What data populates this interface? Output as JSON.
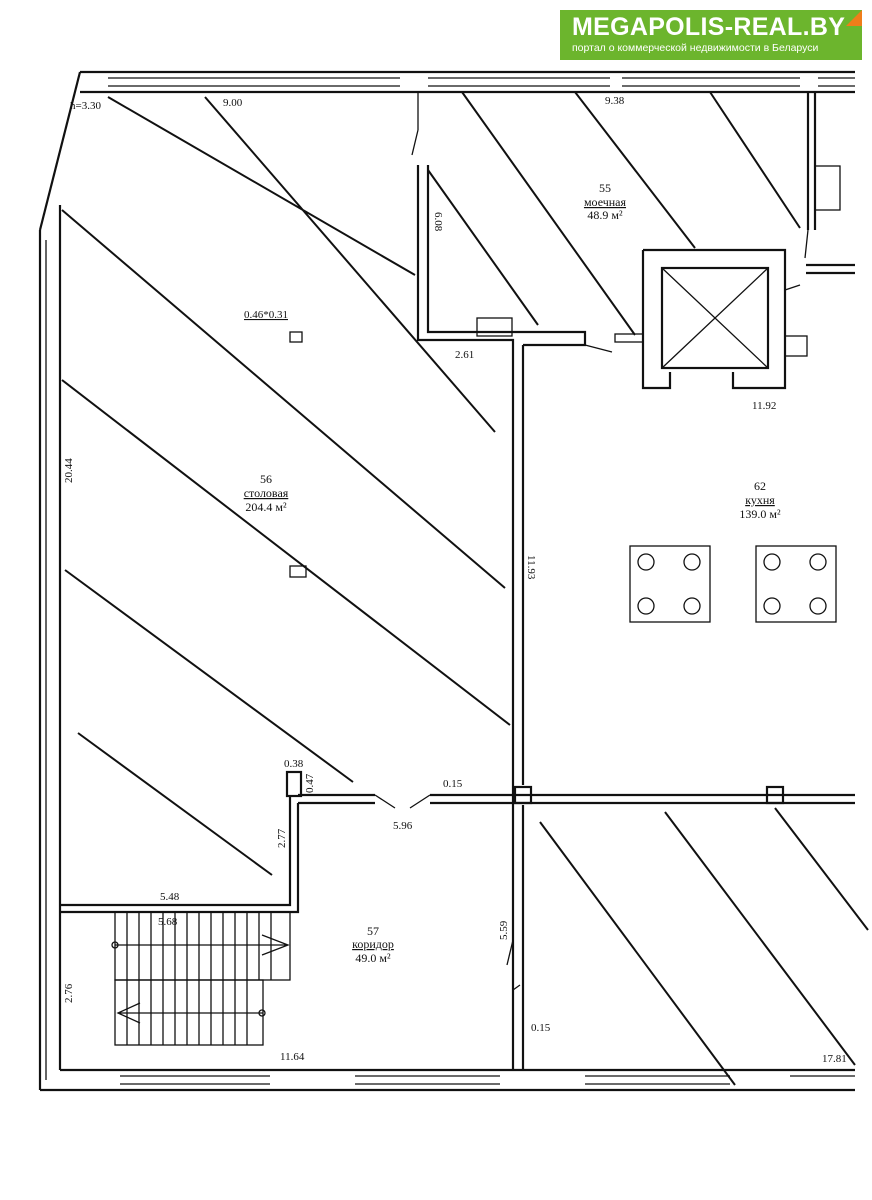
{
  "logo": {
    "title": "MEGAPOLIS-REAL.BY",
    "subtitle": "портал о коммерческой недвижимости в Беларуси",
    "brand_color": "#6cb52d",
    "accent_color": "#f07d1a"
  },
  "rooms": [
    {
      "number": "55",
      "name": "моечная",
      "area": "48.9 м²"
    },
    {
      "number": "56",
      "name": "столовая",
      "area": "204.4 м²"
    },
    {
      "number": "57",
      "name": "коридор",
      "area": "49.0 м²"
    },
    {
      "number": "62",
      "name": "кухня",
      "area": "139.0 м²"
    }
  ],
  "dimensions": {
    "height": "h=3.30",
    "d900": "9.00",
    "d938": "9.38",
    "d608": "6.08",
    "opening": "0.46*0.31",
    "d261": "2.61",
    "d1192": "11.92",
    "d2044": "20.44",
    "d1193": "11.93",
    "d038": "0.38",
    "d047": "0.47",
    "d015a": "0.15",
    "d596": "5.96",
    "d277": "2.77",
    "d548": "5.48",
    "d568": "5.68",
    "d559": "5.59",
    "d276": "2.76",
    "d015b": "0.15",
    "d1164": "11.64",
    "d1781": "17.81"
  }
}
